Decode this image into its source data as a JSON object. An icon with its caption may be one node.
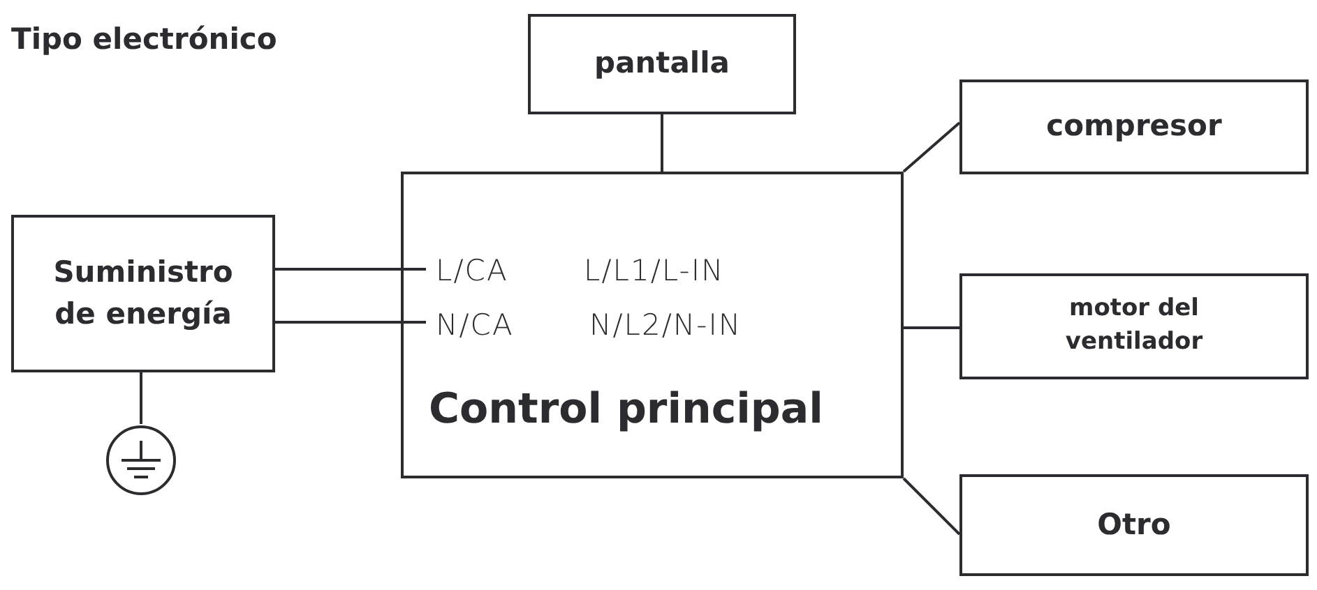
{
  "diagram": {
    "title": "Tipo electrónico",
    "nodes": [
      {
        "text": [
          "pantalla"
        ]
      },
      {
        "text": [
          "compresor"
        ]
      },
      {
        "text": [
          "Suministro de energía"
        ]
      },
      {
        "text": [
          "L/CA",
          "L/L1/L-IN",
          "N/CA",
          "N/L2/N-IN",
          "Control principal"
        ]
      },
      {
        "text": [
          "motor del ventilador"
        ]
      },
      {
        "text": [],
        "shape": "circle"
      },
      {
        "text": [
          "Otro"
        ]
      }
    ],
    "edges": [
      {
        "from": 0,
        "to": 3,
        "arrow": "none"
      },
      {
        "from": 3,
        "to": 1,
        "arrow": "none"
      },
      {
        "from": 2,
        "to": 3,
        "arrow": "none"
      },
      {
        "from": 2,
        "to": 3,
        "arrow": "none"
      },
      {
        "from": 3,
        "to": 4,
        "arrow": "none"
      },
      {
        "from": 2,
        "to": 5,
        "arrow": "none"
      },
      {
        "from": 3,
        "to": 6,
        "arrow": "none"
      }
    ]
  }
}
